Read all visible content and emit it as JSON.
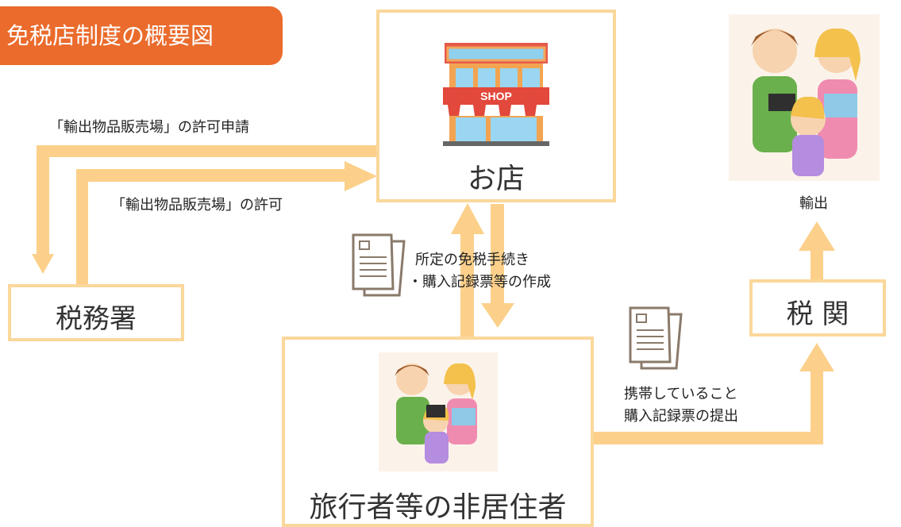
{
  "title": "免税店制度の概要図",
  "nodes": {
    "shop": {
      "label": "お店",
      "sign": "SHOP"
    },
    "tax_office": {
      "label": "税務署"
    },
    "customs": {
      "label": "税 関"
    },
    "traveler": {
      "label": "旅行者等の非居住者"
    }
  },
  "labels": {
    "export": "輸出",
    "apply": "「輸出物品販売場」の許可申請",
    "permit": "「輸出物品販売場」の許可",
    "procedure_line1": "所定の免税手続き",
    "procedure_line2": "・購入記録票等の作成",
    "submit_line1": "携帯していること",
    "submit_line2": "購入記録票の提出"
  },
  "colors": {
    "accent": "#ea6b2c",
    "arrow": "#fcd08a",
    "box_border": "#fad79a"
  }
}
